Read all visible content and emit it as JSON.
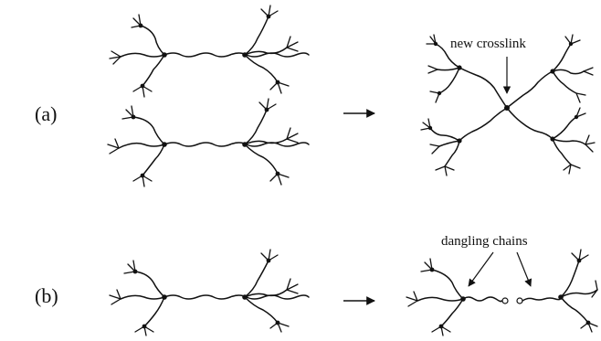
{
  "panels": {
    "a": {
      "label": "(a)"
    },
    "b": {
      "label": "(b)"
    }
  },
  "annotations": {
    "new_crosslink": "new crosslink",
    "dangling_chains": "dangling chains"
  },
  "colors": {
    "ink": "#111111",
    "background": "#ffffff"
  }
}
